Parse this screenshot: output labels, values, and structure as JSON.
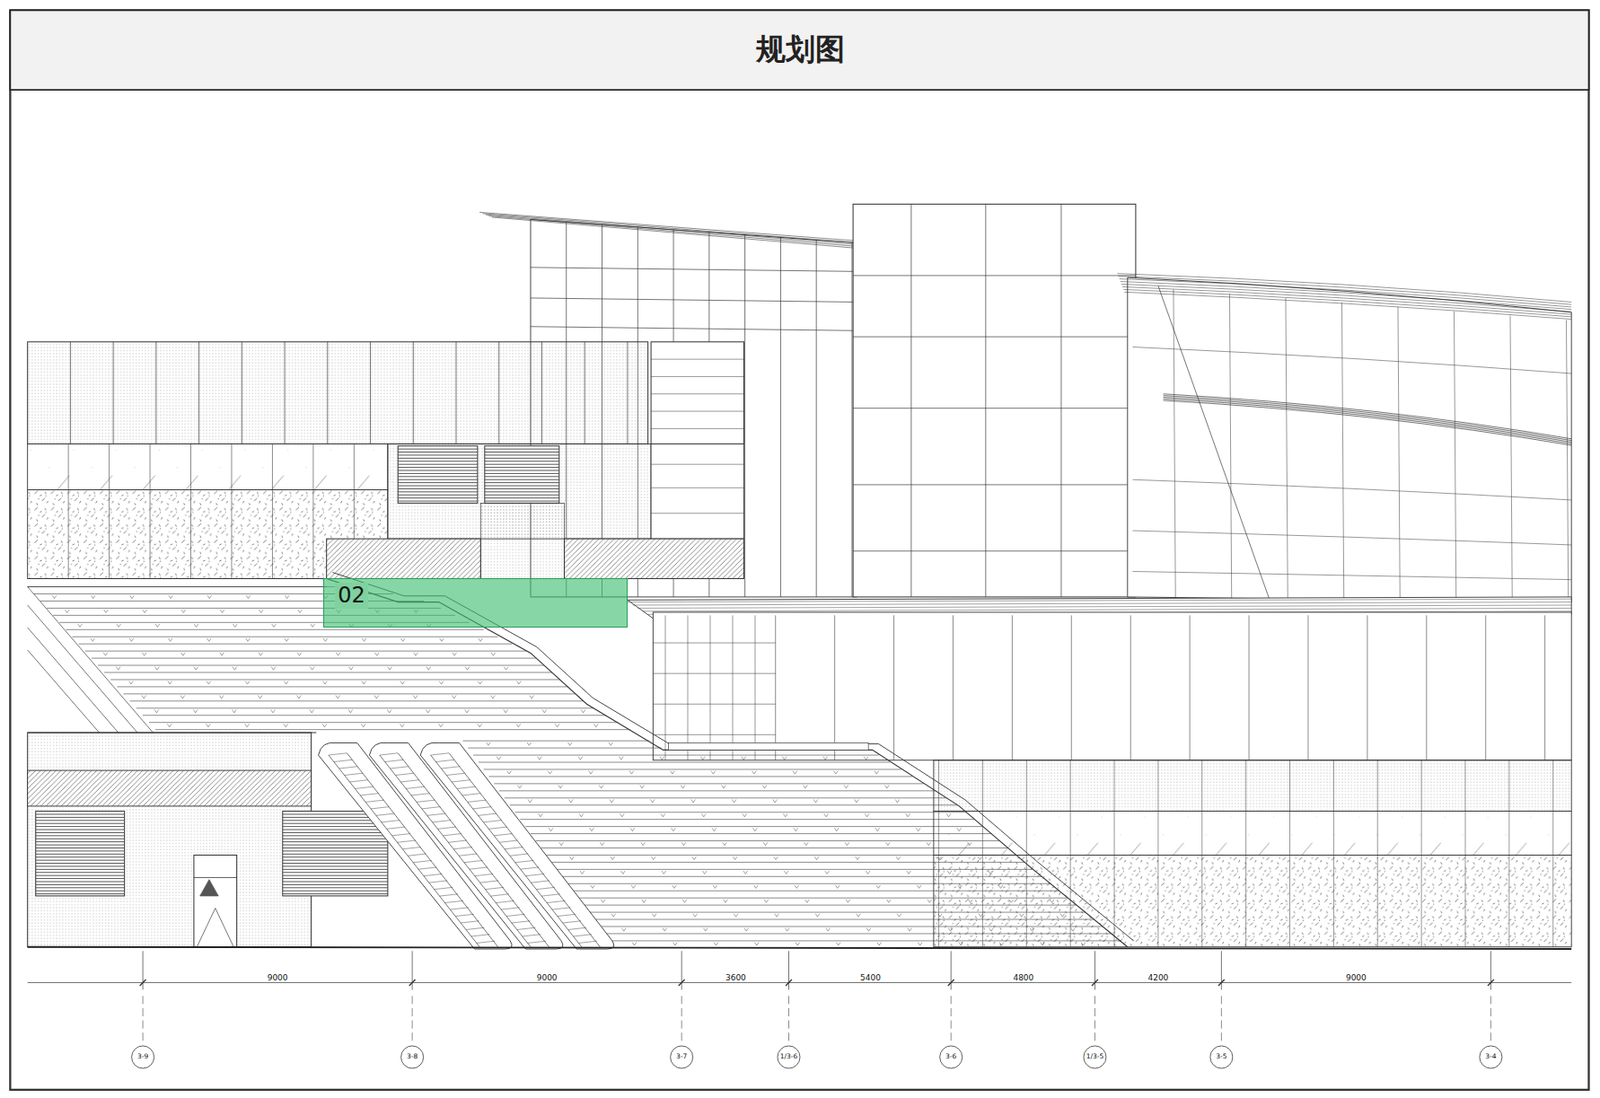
{
  "diagram": {
    "title": "规划图",
    "nodes": [
      {
        "text": [
          "02"
        ]
      }
    ],
    "labels": [
      "9000",
      "9000",
      "3600",
      "5400",
      "4800",
      "4200",
      "9000",
      "3-9",
      "3-8",
      "3-7",
      "1/3-6",
      "3-6",
      "1/3-5",
      "3-5",
      "3-4"
    ]
  }
}
